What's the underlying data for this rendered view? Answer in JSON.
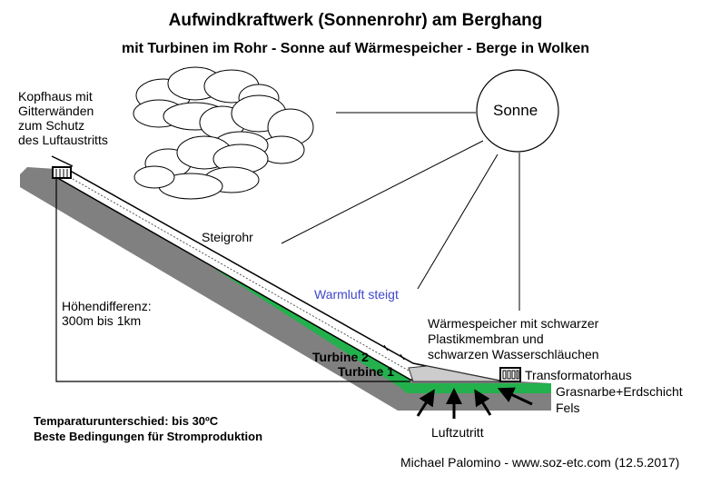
{
  "title": "Aufwindkraftwerk (Sonnenrohr) am Berghang",
  "subtitle": "mit Turbinen im Rohr - Sonne auf Wärmespeicher - Berge in Wolken",
  "labels": {
    "kopfhaus": [
      "Kopfhaus mit",
      "Gitterwänden",
      "zum Schutz",
      "des Luftaustritts"
    ],
    "sonne": "Sonne",
    "steigrohr": "Steigrohr",
    "warmluft": "Warmluft steigt",
    "hoehe": [
      "Höhendifferenz:",
      "300m bis 1km"
    ],
    "waermespeicher": [
      "Wärmespeicher mit schwarzer",
      "Plastikmembran und",
      "schwarzen Wasserschläuchen"
    ],
    "turbine2": "Turbine 2",
    "turbine1": "Turbine 1",
    "transformator": "Transformatorhaus",
    "grasnarbe": "Grasnarbe+Erdschicht",
    "fels": "Fels",
    "luftzutritt": "Luftzutritt",
    "temp": "Temparaturunterschied: bis 30ºC",
    "beste": "Beste Bedingungen für Stromproduktion",
    "credit": "Michael Palomino - www.soz-etc.com (12.5.2017)"
  },
  "colors": {
    "rock": "#808080",
    "grass": "#22b14c",
    "warmluft": "#3f48cc"
  }
}
